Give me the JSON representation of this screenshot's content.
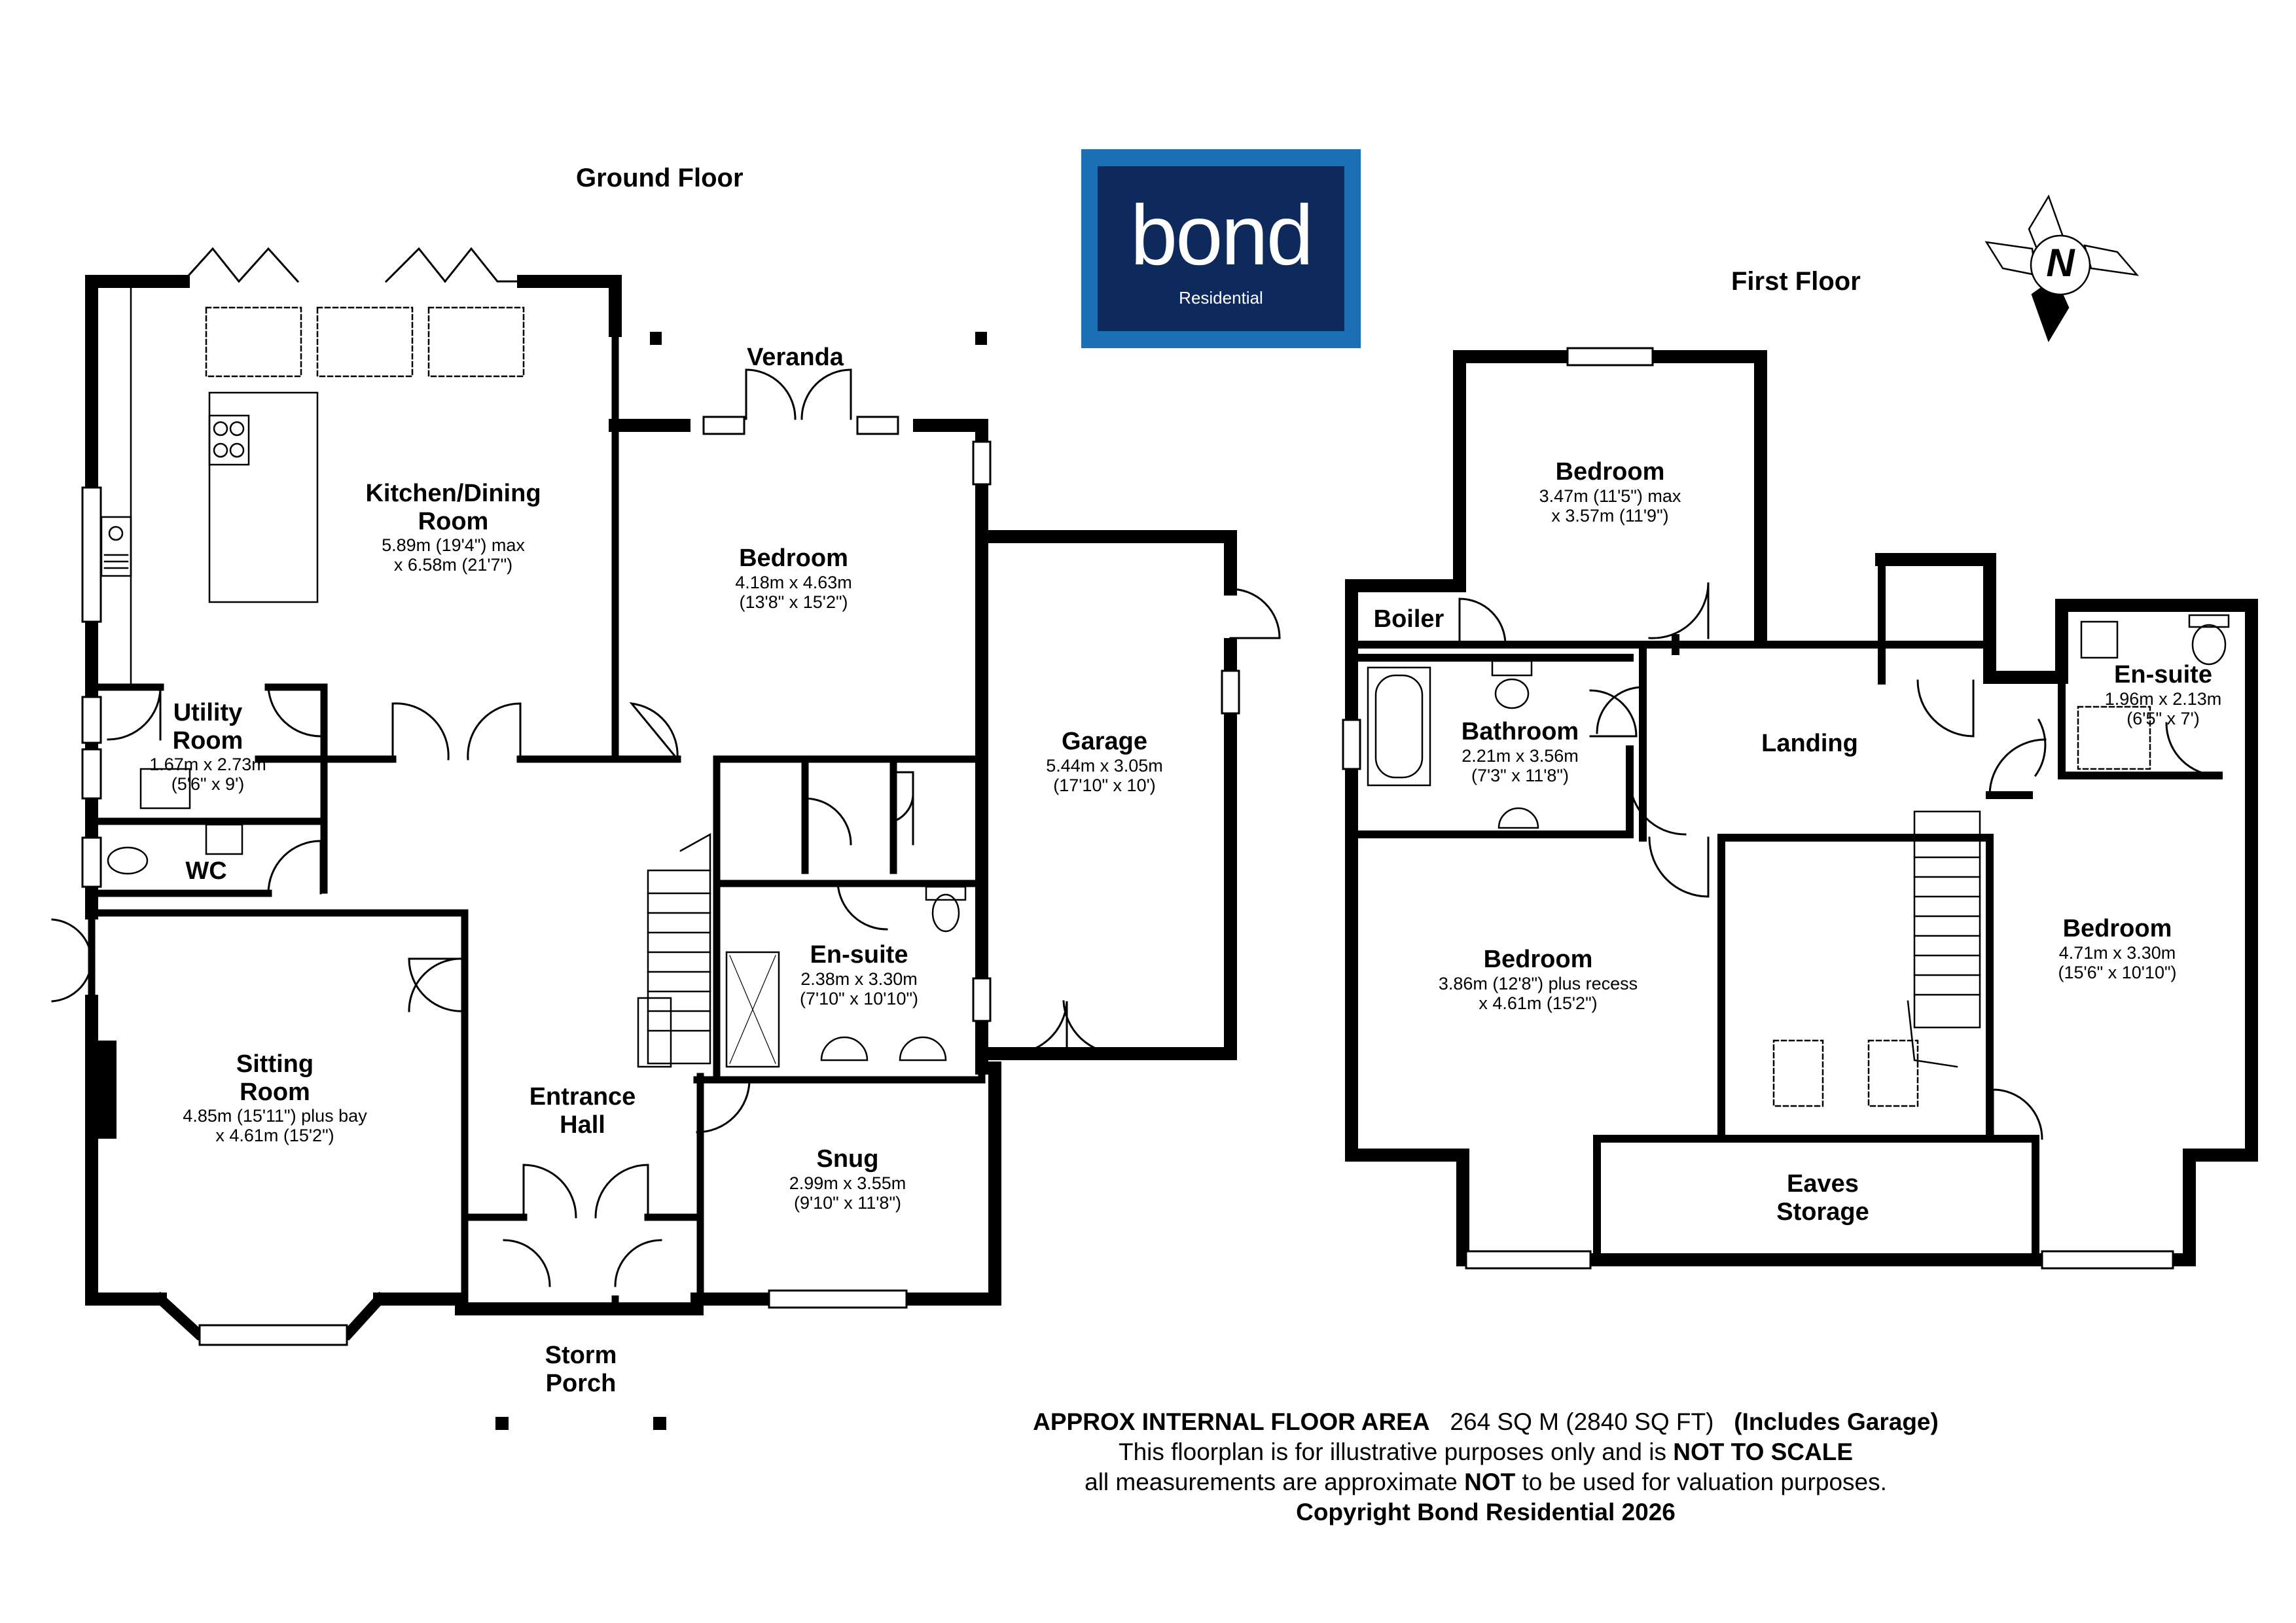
{
  "logo": {
    "brand": "bond",
    "sub": "Residential"
  },
  "floors": {
    "ground": "Ground Floor",
    "first": "First Floor"
  },
  "compass": {
    "letter": "N"
  },
  "rooms": {
    "kitchen": {
      "name": "Kitchen/Dining\nRoom",
      "dims": "5.89m (19'4\") max\nx 6.58m (21'7\")"
    },
    "veranda": {
      "name": "Veranda"
    },
    "bedroom_ground": {
      "name": "Bedroom",
      "dims": "4.18m x 4.63m\n(13'8\" x 15'2\")"
    },
    "garage": {
      "name": "Garage",
      "dims": "5.44m x 3.05m\n(17'10\" x 10')"
    },
    "utility": {
      "name": "Utility\nRoom",
      "dims": "1.67m x 2.73m\n(5'6\" x 9')"
    },
    "wc": {
      "name": "WC"
    },
    "ensuite_ground": {
      "name": "En-suite",
      "dims": "2.38m x 3.30m\n(7'10\" x 10'10\")"
    },
    "sitting": {
      "name": "Sitting\nRoom",
      "dims": "4.85m (15'11\") plus bay\nx 4.61m (15'2\")"
    },
    "entrance": {
      "name": "Entrance\nHall"
    },
    "snug": {
      "name": "Snug",
      "dims": "2.99m x 3.55m\n(9'10\" x 11'8\")"
    },
    "storm_porch": {
      "name": "Storm\nPorch"
    },
    "bedroom_first_top": {
      "name": "Bedroom",
      "dims": "3.47m (11'5\") max\nx 3.57m (11'9\")"
    },
    "boiler": {
      "name": "Boiler"
    },
    "bathroom": {
      "name": "Bathroom",
      "dims": "2.21m x 3.56m\n(7'3\" x 11'8\")"
    },
    "landing": {
      "name": "Landing"
    },
    "ensuite_first": {
      "name": "En-suite",
      "dims": "1.96m x 2.13m\n(6'5\" x 7')"
    },
    "bedroom_first_left": {
      "name": "Bedroom",
      "dims": "3.86m (12'8\") plus recess\nx 4.61m (15'2\")"
    },
    "bedroom_first_right": {
      "name": "Bedroom",
      "dims": "4.71m x 3.30m\n(15'6\" x 10'10\")"
    },
    "eaves": {
      "name": "Eaves\nStorage"
    }
  },
  "footer": {
    "area_label": "APPROX INTERNAL FLOOR AREA",
    "area_value": "264 SQ M (2840 SQ FT)",
    "area_note": "(Includes Garage)",
    "line2_text": "This floorplan is for illustrative purposes only and is",
    "line2_bold": "NOT TO SCALE",
    "line3_start": "all measurements are approximate",
    "line3_bold": "NOT",
    "line3_end": "to be used for valuation purposes.",
    "copyright": "Copyright Bond Residential 2026"
  }
}
